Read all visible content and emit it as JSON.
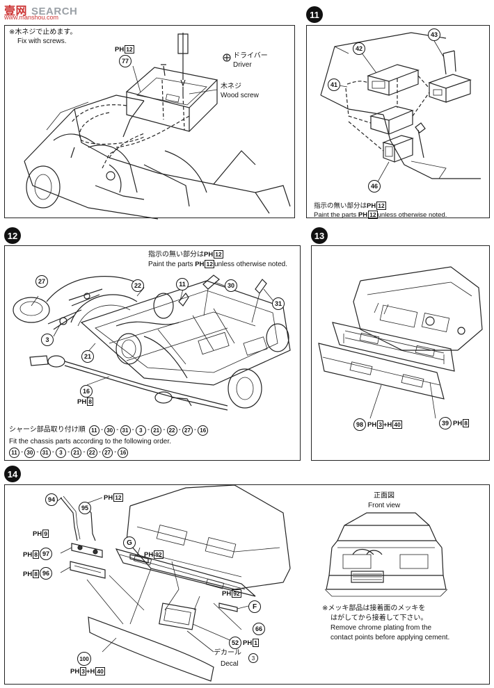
{
  "watermark": {
    "brand_cn": "壹网",
    "brand_en": "SEARCH",
    "url": "www.manshou.com"
  },
  "step10": {
    "note_jp": "※木ネジで止めます。",
    "note_en": "Fix with screws.",
    "paint_prefix": "PH",
    "paint_code": "12",
    "part_77": "77",
    "driver_jp": "ドライバー",
    "driver_en": "Driver",
    "screw_jp": "木ネジ",
    "screw_en": "Wood screw"
  },
  "step11": {
    "number": "11",
    "parts": [
      "41",
      "42",
      "43",
      "46"
    ],
    "paint_jp_a": "指示の無い部分は",
    "paint_prefix": "PH",
    "paint_code": "12",
    "paint_en_a": "Paint the parts",
    "paint_en_b": "unless otherwise noted."
  },
  "step12": {
    "number": "12",
    "paint_jp_a": "指示の無い部分は",
    "paint_prefix": "PH",
    "paint_code": "12",
    "paint_en_a": "Paint the parts",
    "paint_en_b": "unless otherwise noted.",
    "parts": [
      "27",
      "22",
      "11",
      "30",
      "31",
      "3",
      "21",
      "16"
    ],
    "part16_paint_prefix": "PH",
    "part16_paint_code": "8",
    "order_jp_label": "シャーシ部品取り付け順",
    "order_en": "Fit the chassis parts according to the following order.",
    "order": [
      "11",
      "30",
      "31",
      "3",
      "21",
      "22",
      "27",
      "16"
    ],
    "sep": "-"
  },
  "step13": {
    "number": "13",
    "part_98": "98",
    "part_98_paint_a": "3",
    "part_98_paint_b": "40",
    "part_39": "39",
    "part_39_paint": "8",
    "paint_prefix": "PH",
    "plus": "+",
    "h": "H"
  },
  "step14": {
    "number": "14",
    "part_94": "94",
    "part_95": "95",
    "paint_12": "12",
    "paint_9": "9",
    "part_97": "97",
    "paint_97": "8",
    "part_96": "96",
    "paint_96": "8",
    "part_G": "G",
    "paint_G": "92",
    "part_F": "F",
    "paint_F": "92",
    "part_66": "66",
    "part_52": "52",
    "paint_52": "1",
    "decal_jp": "デカール",
    "decal_en": "Decal",
    "decal_no": "3",
    "part_100": "100",
    "paint_100_a": "3",
    "paint_100_b": "40",
    "paint_prefix": "PH",
    "plus": "+",
    "h": "H",
    "front_jp": "正面図",
    "front_en": "Front view",
    "chrome_jp_1": "※メッキ部品は接着面のメッキを",
    "chrome_jp_2": "はがしてから接着して下さい。",
    "chrome_en_1": "Remove chrome plating from the",
    "chrome_en_2": "contact points before applying cement."
  }
}
